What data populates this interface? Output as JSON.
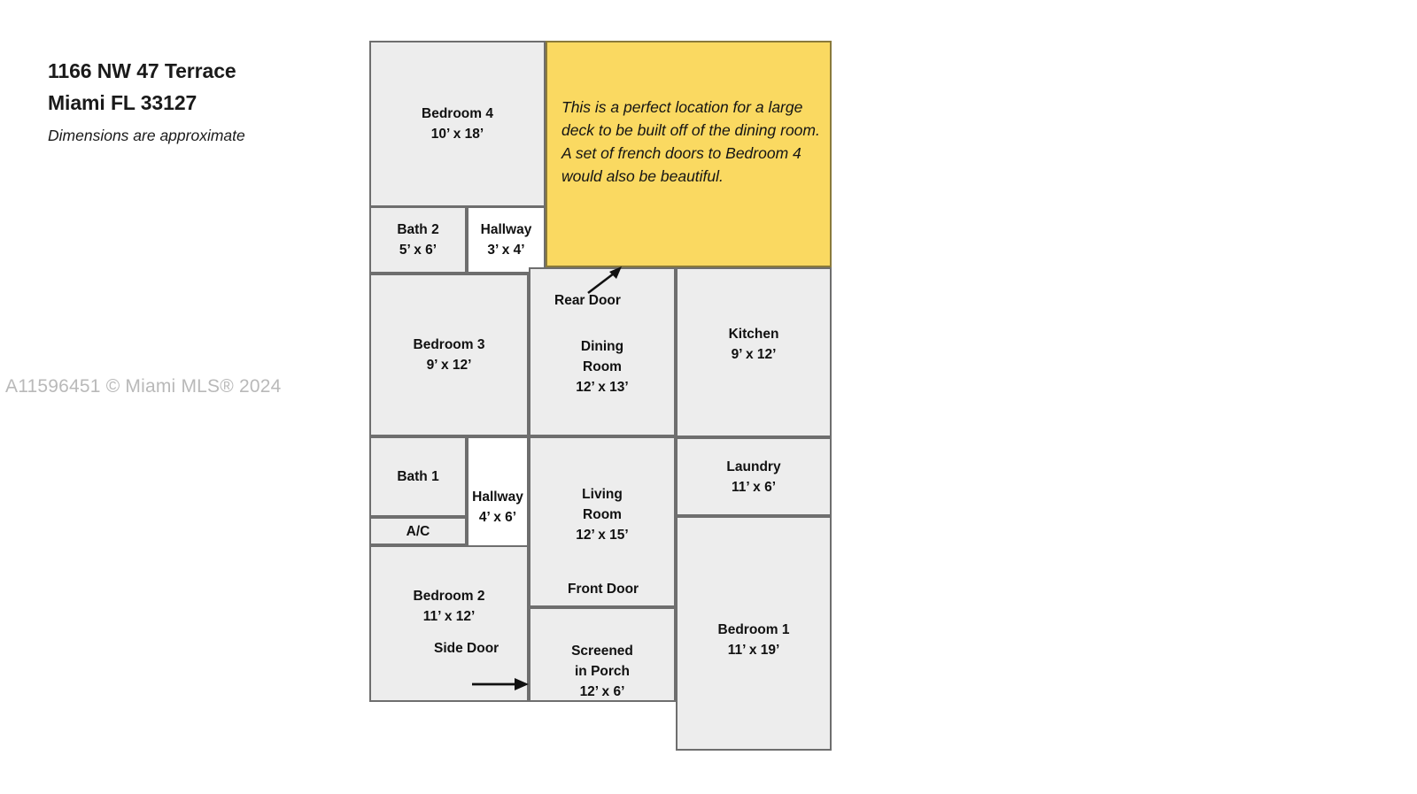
{
  "title": {
    "address_line1": "1166 NW 47 Terrace",
    "address_line2": "Miami FL 33127",
    "disclaimer": "Dimensions are approximate"
  },
  "watermark": "A11596451 © Miami MLS® 2024",
  "colors": {
    "room_fill": "#ededed",
    "room_stroke": "#6e6e6e",
    "note_fill": "#fad961",
    "note_stroke": "#8a7a3a",
    "hallway_fill": "#ffffff",
    "text": "#111111",
    "watermark": "#b9b9b9"
  },
  "note": {
    "text": "This is a perfect location for a large deck to be built off of the dining room.  A set of french doors to Bedroom 4 would also be beautiful."
  },
  "rooms": [
    {
      "id": "bedroom-4",
      "name": "Bedroom 4",
      "dim": "10’ x 18’"
    },
    {
      "id": "bath-2",
      "name": "Bath 2",
      "dim": "5’ x 6’"
    },
    {
      "id": "hallway-upper",
      "name": "Hallway",
      "dim": "3’ x 4’"
    },
    {
      "id": "bedroom-3",
      "name": "Bedroom 3",
      "dim": "9’ x 12’"
    },
    {
      "id": "bath-1",
      "name": "Bath 1",
      "dim": ""
    },
    {
      "id": "ac-closet",
      "name": "A/C",
      "dim": ""
    },
    {
      "id": "hallway-lower",
      "name": "Hallway",
      "dim": "4’ x 6’"
    },
    {
      "id": "bedroom-2",
      "name": "Bedroom 2",
      "dim": "11’ x 12’"
    },
    {
      "id": "dining-room",
      "name": "Dining\nRoom",
      "dim": "12’ x 13’"
    },
    {
      "id": "living-room",
      "name": "Living\nRoom",
      "dim": "12’ x 15’"
    },
    {
      "id": "screened-porch",
      "name": "Screened\nin Porch",
      "dim": "12’ x 6’"
    },
    {
      "id": "kitchen",
      "name": "Kitchen",
      "dim": "9’ x 12’"
    },
    {
      "id": "laundry",
      "name": "Laundry",
      "dim": "11’ x 6’"
    },
    {
      "id": "bedroom-1",
      "name": "Bedroom 1",
      "dim": "11’ x 19’"
    }
  ],
  "doors": {
    "rear_door": "Rear Door",
    "front_door": "Front Door",
    "side_door": "Side Door"
  }
}
